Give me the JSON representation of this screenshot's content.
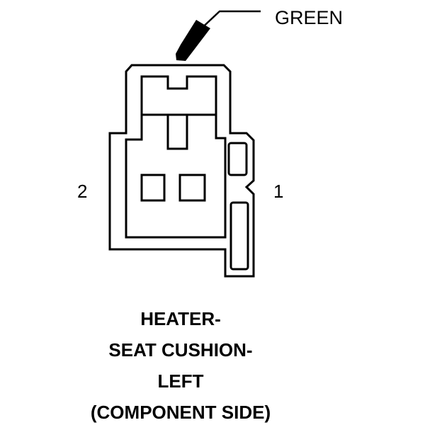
{
  "diagram": {
    "color_label": "GREEN",
    "pins": [
      {
        "number": "2"
      },
      {
        "number": "1"
      }
    ],
    "caption_lines": [
      "HEATER-",
      "SEAT CUSHION-",
      "LEFT",
      "(COMPONENT SIDE)"
    ],
    "colors": {
      "ink": "#000000",
      "background": "#ffffff"
    }
  }
}
